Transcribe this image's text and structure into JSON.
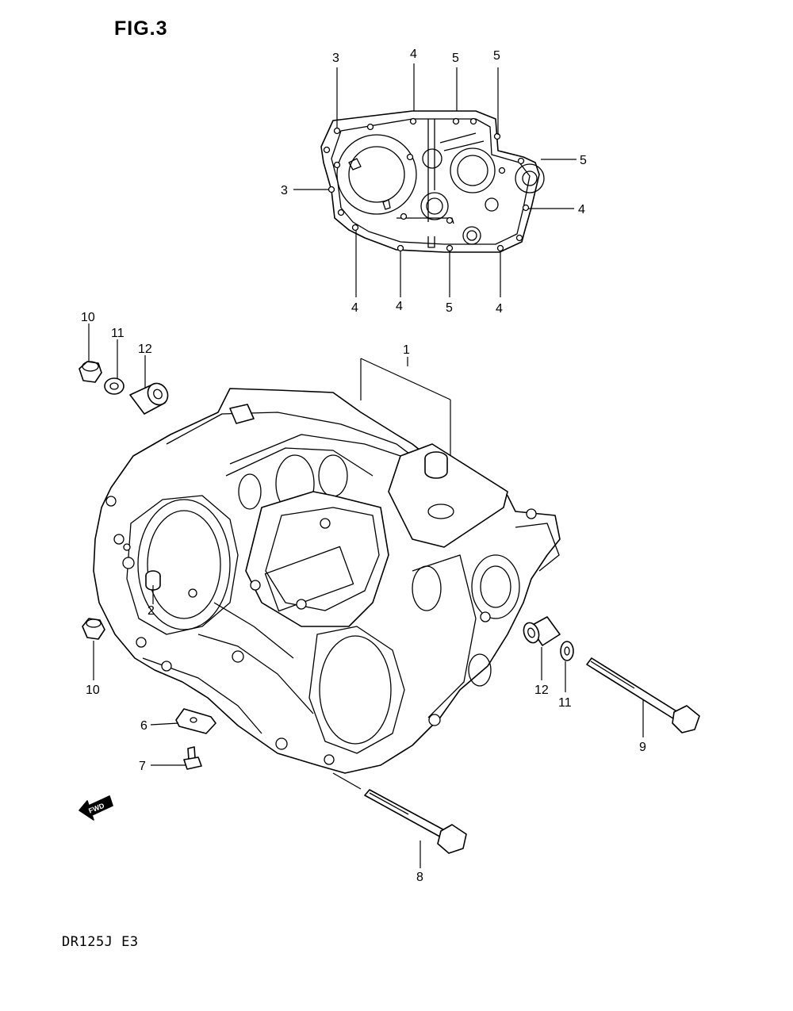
{
  "figure": {
    "title": "FIG.3",
    "model": "DR125J  E3"
  },
  "gasket_callouts": {
    "top_3": "3",
    "top_4": "4",
    "top_5a": "5",
    "top_5b": "5",
    "right_5": "5",
    "left_3": "3",
    "right_4": "4",
    "bottom_4a": "4",
    "bottom_4b": "4",
    "bottom_5": "5",
    "bottom_4c": "4"
  },
  "part_callouts": {
    "p1": "1",
    "p2": "2",
    "p6": "6",
    "p7": "7",
    "p8": "8",
    "p9": "9",
    "p10_top": "10",
    "p10_bottom": "10",
    "p11_top": "11",
    "p11_bottom": "11",
    "p12_top": "12",
    "p12_bottom": "12"
  },
  "fwd_label": "FWD"
}
